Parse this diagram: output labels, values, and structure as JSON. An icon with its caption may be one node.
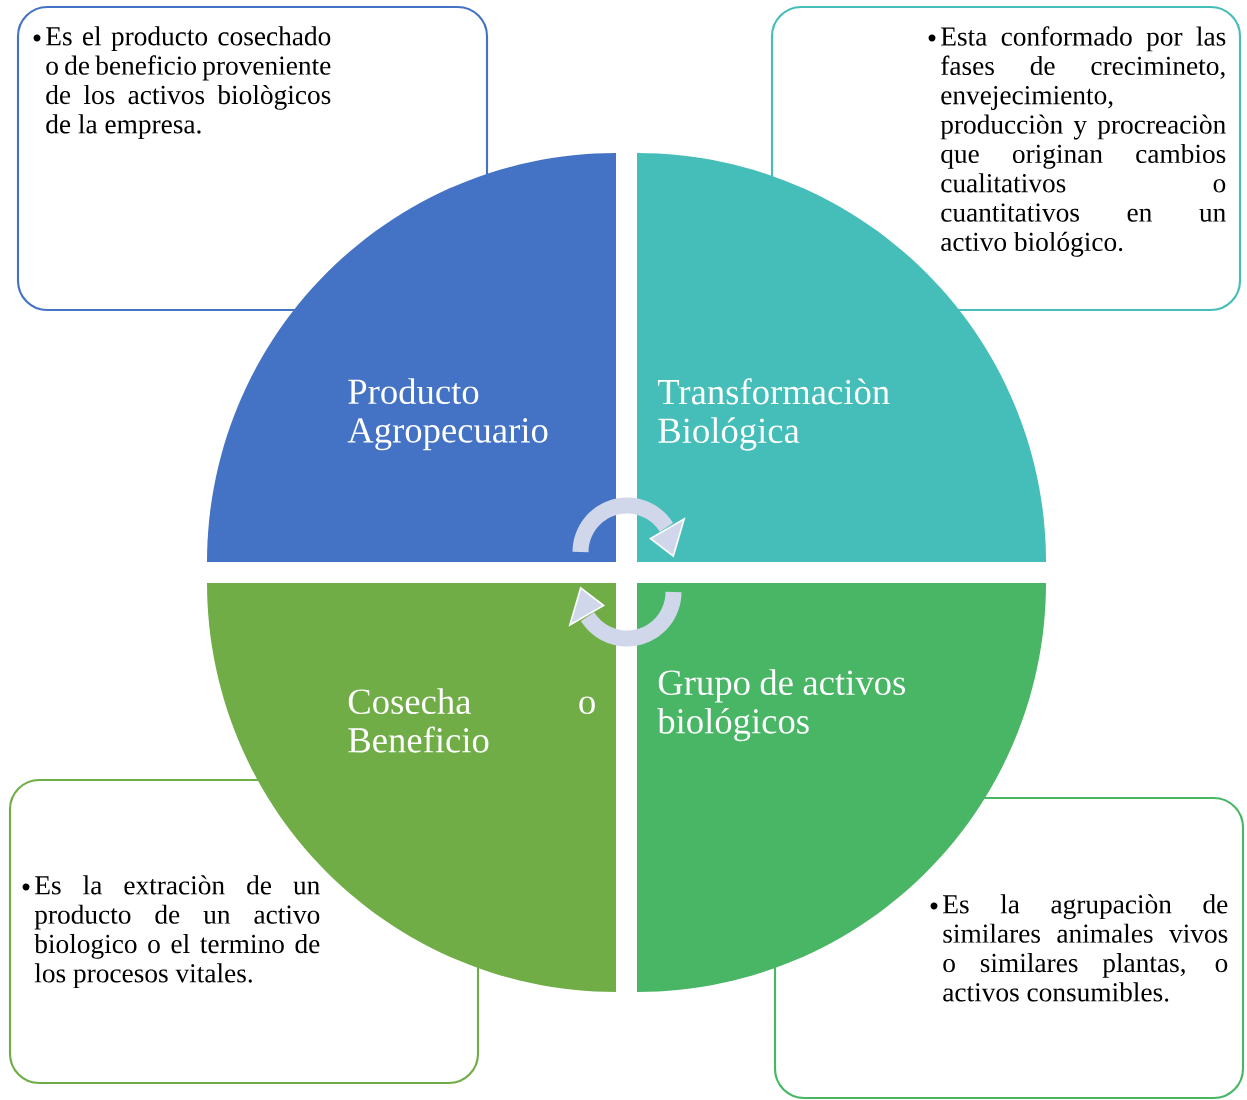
{
  "diagram": {
    "nodes": [
      {
        "text": [
          "Es el producto cosechado o de beneficio proveniente de los activos biològicos de la empresa."
        ]
      },
      {
        "text": [
          "Esta conformado por las fases de crecimineto, envejecimiento, producciòn y procreaciòn que originan cambios cualitativos o cuantitativos en un activo biológico."
        ]
      },
      {
        "text": [
          "Producto Agropecuario"
        ]
      },
      {
        "text": [
          "Transformaciòn Biológica"
        ]
      },
      {
        "text": [
          "Cosecha o Beneficio"
        ]
      },
      {
        "text": [
          "Grupo de activos biológicos"
        ]
      },
      {
        "text": [
          "Es la extraciòn de un producto de un activo biologico o el termino de los procesos vitales."
        ]
      },
      {
        "text": [
          "Es la agrupaciòn de similares animales vivos o similares plantas, o activos consumibles."
        ]
      }
    ],
    "edges": [
      {
        "from": 2,
        "to": 3,
        "arrow": "to"
      },
      {
        "from": 5,
        "to": 4,
        "arrow": "to"
      }
    ]
  }
}
